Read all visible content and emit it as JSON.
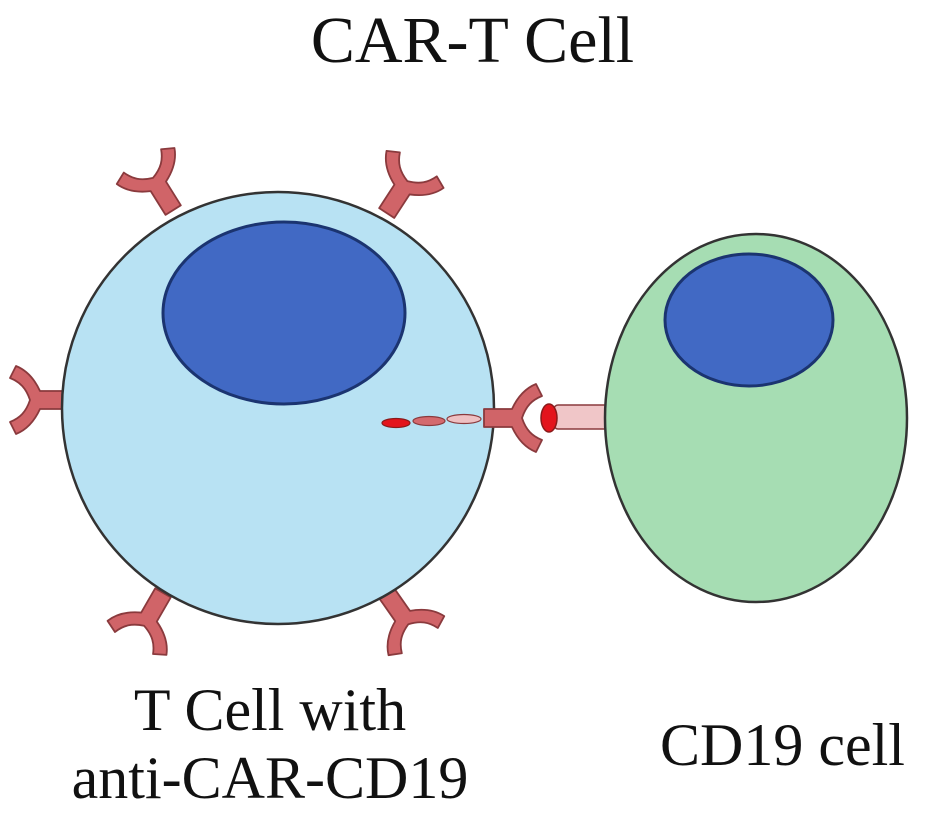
{
  "title": "CAR-T Cell",
  "t_cell": {
    "label_line1": "T Cell with",
    "label_line2": "anti-CAR-CD19"
  },
  "cd19_cell": {
    "label": "CD19 cell"
  },
  "colors": {
    "t_cell_body": "#b8e2f3",
    "nucleus": "#4169c4",
    "cd19_cell_body": "#a6ddb3",
    "receptor": "#d06468",
    "antigen": "#e3141c",
    "stalk": "#f0c6c8",
    "outline": "#333333"
  }
}
